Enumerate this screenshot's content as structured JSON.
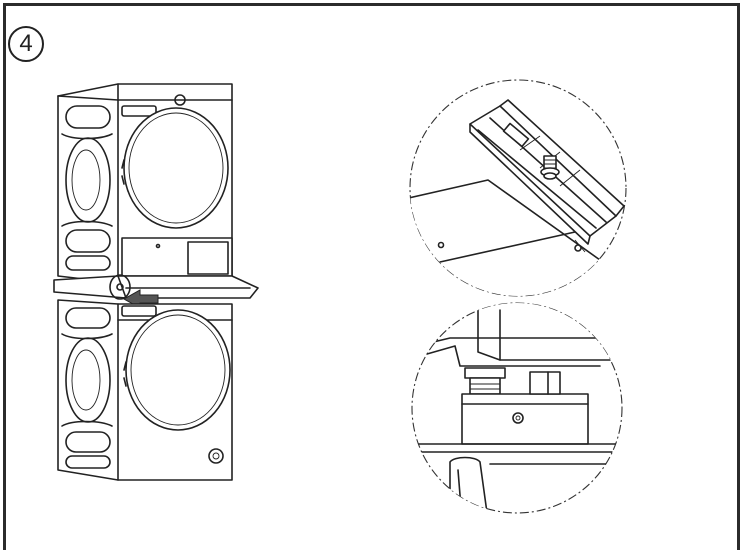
{
  "step": {
    "number": "4"
  },
  "colors": {
    "line": "#222222",
    "frame": "#2b2b2b",
    "arrow": "#555555",
    "background": "#ffffff"
  },
  "figures": {
    "overview": "stacked-dryer-washer",
    "detail_top": "pull-out-shelf-bracket",
    "detail_bottom": "bracket-screw-fixing"
  }
}
